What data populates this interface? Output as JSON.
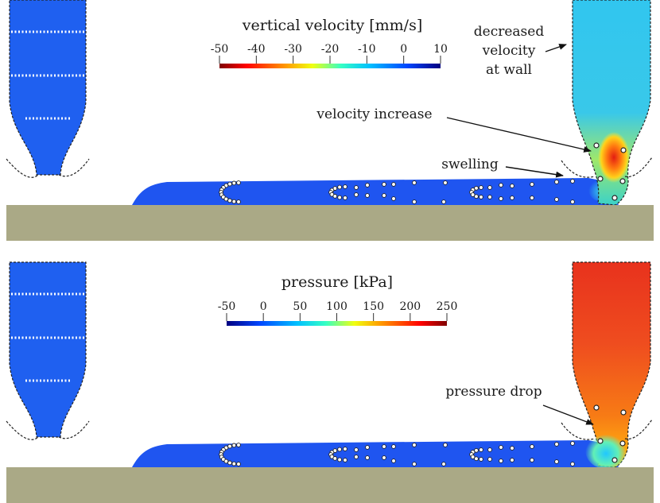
{
  "panels": [
    {
      "colorbar": {
        "title": "vertical velocity [mm/s]",
        "ticks": [
          "-50",
          "-40",
          "-30",
          "-20",
          "-10",
          "0",
          "10"
        ],
        "colormap": "reverse-jet"
      },
      "annotations": {
        "decreased": [
          "decreased",
          "velocity",
          "at wall"
        ],
        "increase": "velocity increase",
        "swelling": "swelling"
      },
      "colors": {
        "nozzle_field": "#1f60f0",
        "nozzle_outlet": "#2bbde6",
        "bead_field": "#1f55f0"
      }
    },
    {
      "colorbar": {
        "title": "pressure [kPa]",
        "ticks": [
          "-50",
          "0",
          "50",
          "100",
          "150",
          "200",
          "250"
        ],
        "colormap": "jet"
      },
      "annotations": {
        "drop": "pressure drop"
      },
      "colors": {
        "nozzle_field": "#1f60f0",
        "nozzle_outlet": "#ee4a22",
        "bead_field": "#1f55f0"
      }
    }
  ],
  "colors": {
    "substrate": "#aaa986",
    "particle_fill": "#ffffff",
    "particle_stroke": "#222222"
  }
}
